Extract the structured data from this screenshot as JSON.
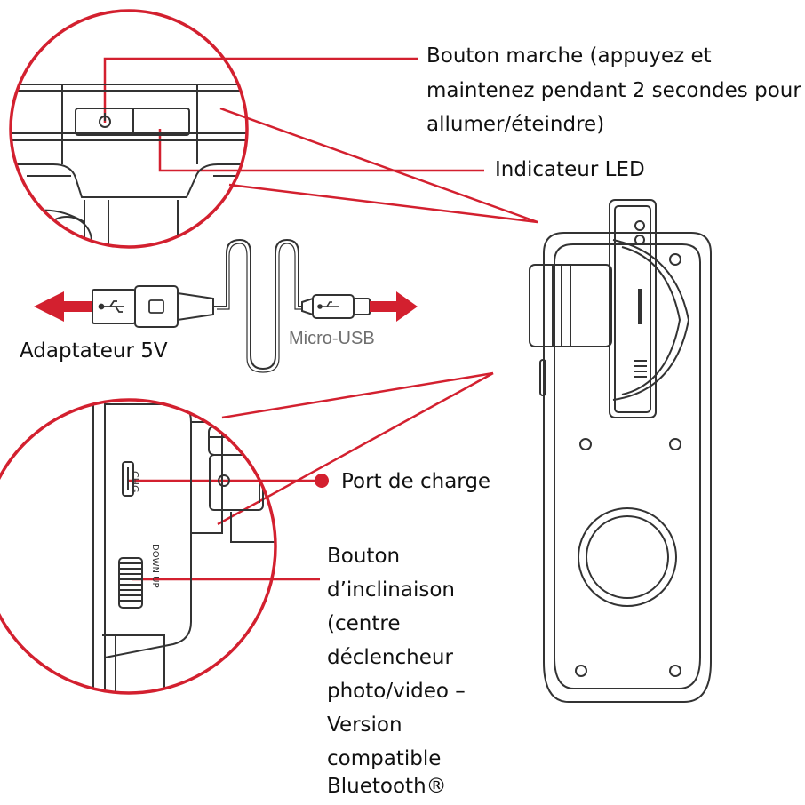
{
  "labels": {
    "power_button": [
      "Bouton marche (appuyez et",
      "maintenez pendant 2 secondes pour",
      "allumer/éteindre)"
    ],
    "led_indicator": "Indicateur LED",
    "adapter": "Adaptateur 5V",
    "micro_usb": "Micro-USB",
    "charge_port": "Port de charge",
    "tilt_button": [
      "Bouton",
      "d’inclinaison",
      "(centre",
      "déclencheur",
      "photo/video –",
      "Version",
      "compatible",
      "Bluetooth®"
    ]
  },
  "device_markings": {
    "charge": "CHG",
    "tilt": "DOWN UP"
  },
  "colors": {
    "accent": "#d3202f",
    "line": "#333333",
    "text": "#111111",
    "gray_text": "#6f6f6f"
  },
  "icons": [
    "power-icon",
    "usb-icon",
    "arrow-left-icon",
    "arrow-right-icon"
  ]
}
